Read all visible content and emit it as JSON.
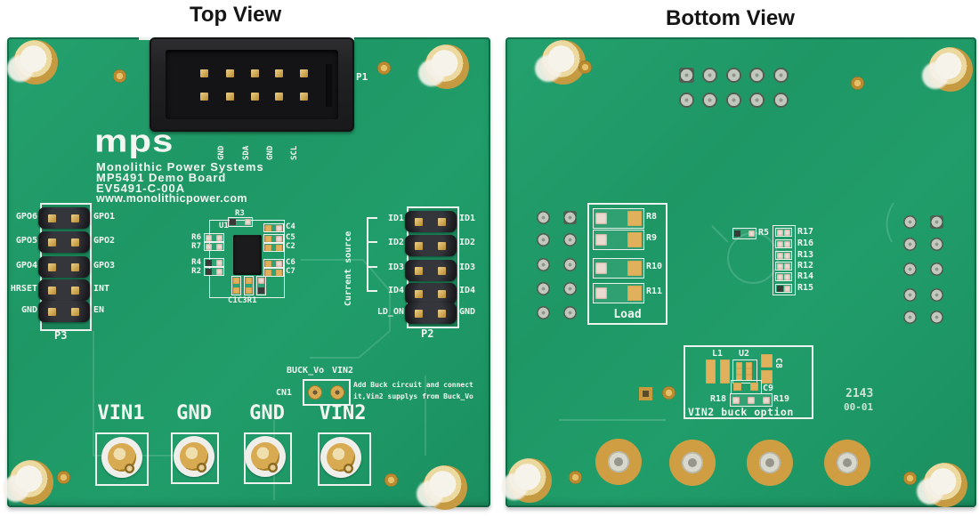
{
  "titles": {
    "top": "Top View",
    "bottom": "Bottom View"
  },
  "top_board": {
    "logo_text": "mps",
    "silkscreen_lines": [
      "Monolithic Power Systems",
      "MP5491 Demo Board",
      "EV5491-C-00A",
      "www.monolithicpower.com"
    ],
    "p1": {
      "name": "P1",
      "pins": [
        "GND",
        "SDA",
        "GND",
        "SCL"
      ]
    },
    "p3": {
      "name": "P3",
      "left": [
        "GPO6",
        "GPO5",
        "GPO4",
        "HRSET",
        "GND"
      ],
      "right": [
        "GPO1",
        "GPO2",
        "GPO3",
        "INT",
        "EN"
      ]
    },
    "p2": {
      "name": "P2",
      "group_label": "Current source",
      "left": [
        "ID1",
        "ID2",
        "ID3",
        "ID4",
        "LD_ON"
      ],
      "right": [
        "ID1",
        "ID2",
        "ID3",
        "ID4",
        "GND"
      ]
    },
    "u1": {
      "name": "U1",
      "top": "R3",
      "left": [
        "R6",
        "R7",
        "R4",
        "R2"
      ],
      "right": [
        "C4",
        "C5",
        "C2",
        "C6",
        "C7"
      ],
      "bottom": "C1C3R1"
    },
    "cn1": {
      "name": "CN1",
      "pads": [
        "BUCK_Vo",
        "VIN2"
      ],
      "note": [
        "Add Buck circuit and connect",
        "it,Vin2 supplys from Buck_Vo"
      ]
    },
    "terminals": [
      "VIN1",
      "GND",
      "GND",
      "VIN2"
    ]
  },
  "bottom_board": {
    "load": {
      "title": "Load",
      "refs": [
        "R8",
        "R9",
        "R10",
        "R11"
      ]
    },
    "r5_label": "R5",
    "resistor_stack": [
      "R17",
      "R16",
      "R13",
      "R12",
      "R14",
      "R15"
    ],
    "buck": {
      "title": "VIN2 buck option",
      "l1": "L1",
      "u2": "U2",
      "c8": "C8",
      "c9": "C9",
      "r18": "R18",
      "r19": "R19"
    },
    "date_code": [
      "2143",
      "00-01"
    ]
  },
  "colors": {
    "pcb_green": "#1f9c69",
    "silkscreen": "#f2f6f1",
    "connector_black": "#1b1b1e",
    "pad_gold": "#d2a348",
    "background": "#ffffff"
  }
}
